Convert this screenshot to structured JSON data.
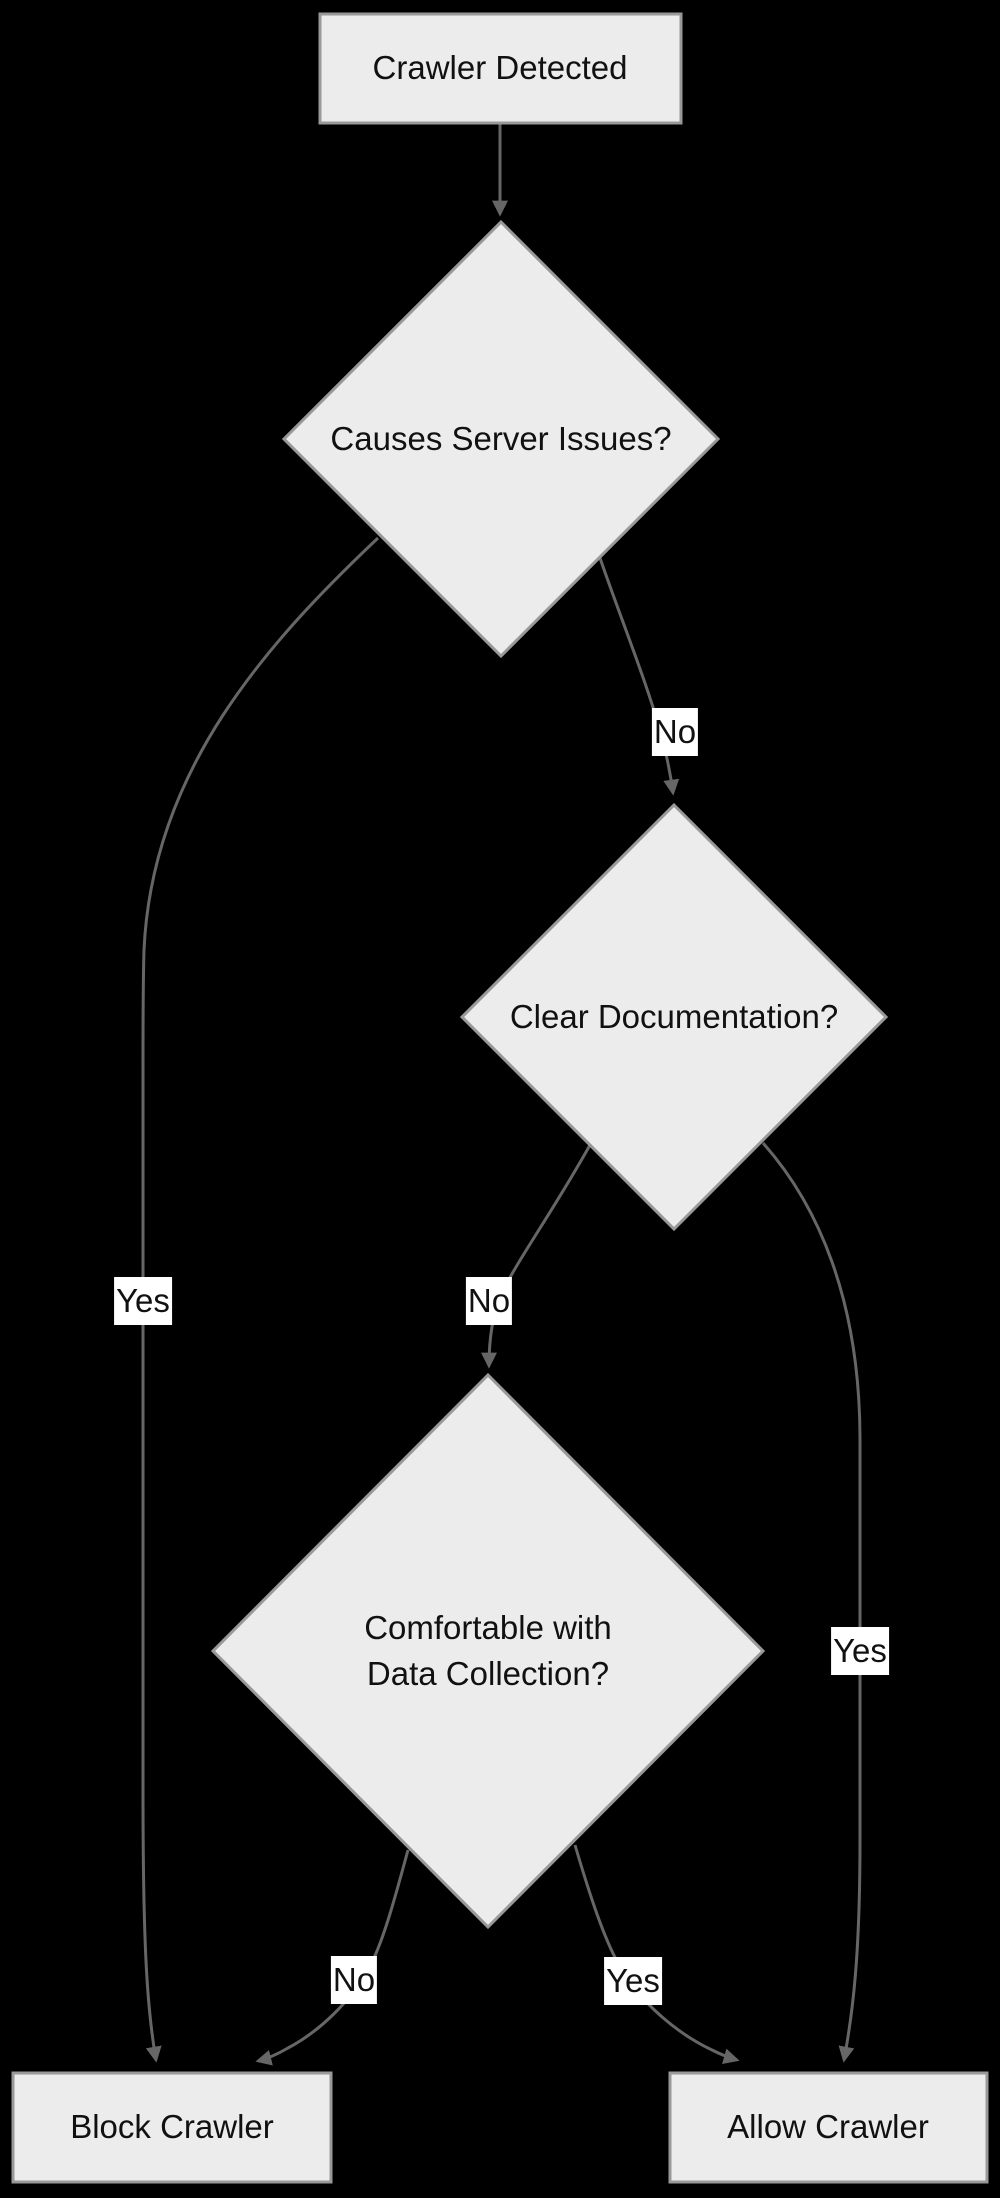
{
  "diagram": {
    "type": "flowchart",
    "background": "#000000",
    "colors": {
      "node_fill": "#ececec",
      "node_border": "#999999",
      "edge": "#666666",
      "node_text": "#111111",
      "label_bg": "#ffffff",
      "label_text": "#111111"
    },
    "nodes": {
      "start": {
        "label": "Crawler Detected",
        "shape": "rectangle"
      },
      "d1": {
        "label": "Causes Server Issues?",
        "shape": "diamond"
      },
      "d2": {
        "label": "Clear Documentation?",
        "shape": "diamond"
      },
      "d3": {
        "label": "Comfortable with Data Collection?",
        "shape": "diamond"
      },
      "block": {
        "label": "Block Crawler",
        "shape": "rectangle"
      },
      "allow": {
        "label": "Allow Crawler",
        "shape": "rectangle"
      }
    },
    "edges": [
      {
        "from": "start",
        "to": "d1",
        "label": ""
      },
      {
        "from": "d1",
        "to": "block",
        "label": "Yes"
      },
      {
        "from": "d1",
        "to": "d2",
        "label": "No"
      },
      {
        "from": "d2",
        "to": "d3",
        "label": "No"
      },
      {
        "from": "d2",
        "to": "allow",
        "label": "Yes"
      },
      {
        "from": "d3",
        "to": "block",
        "label": "No"
      },
      {
        "from": "d3",
        "to": "allow",
        "label": "Yes"
      }
    ]
  }
}
